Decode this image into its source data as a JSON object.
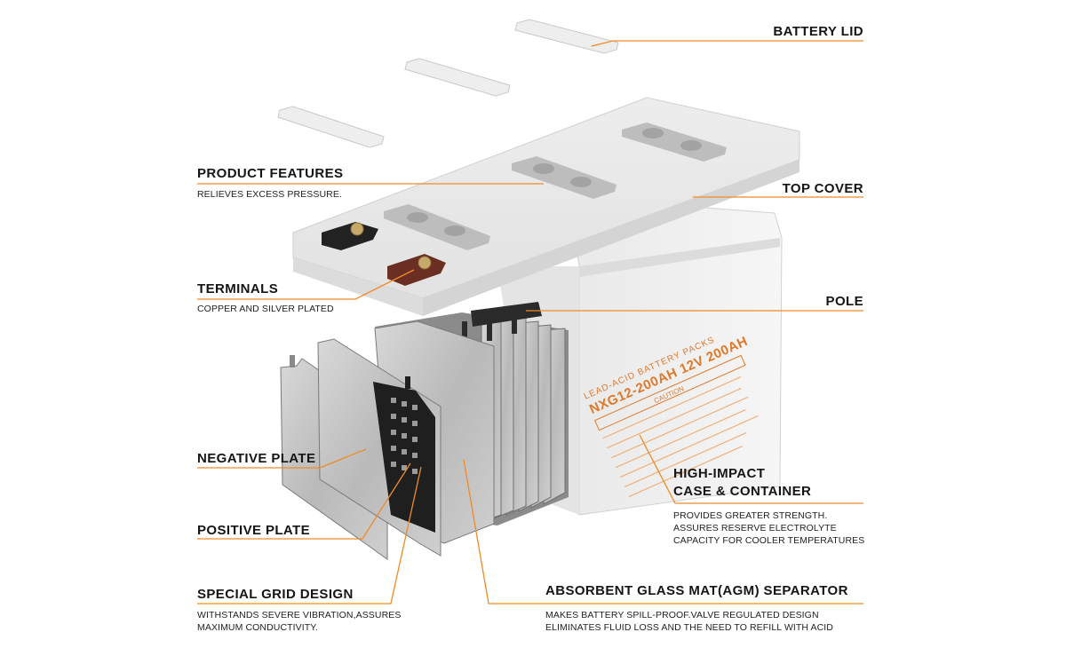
{
  "labels": {
    "battery_lid": {
      "title": "BATTERY LID"
    },
    "product_features": {
      "title": "PRODUCT FEATURES",
      "desc": [
        "RELIEVES EXCESS PRESSURE."
      ]
    },
    "top_cover": {
      "title": "TOP COVER"
    },
    "terminals": {
      "title": "TERMINALS",
      "desc": [
        "COPPER AND SILVER PLATED"
      ]
    },
    "pole": {
      "title": "POLE"
    },
    "negative_plate": {
      "title": "NEGATIVE PLATE"
    },
    "positive_plate": {
      "title": "POSITIVE PLATE"
    },
    "special_grid_design": {
      "title": "SPECIAL GRID DESIGN",
      "desc": [
        "WITHSTANDS SEVERE VIBRATION,ASSURES",
        "MAXIMUM CONDUCTIVITY."
      ]
    },
    "high_impact_case": {
      "title": [
        "HIGH-IMPACT",
        "CASE & CONTAINER"
      ],
      "desc": [
        "PROVIDES GREATER STRENGTH.",
        "ASSURES RESERVE ELECTROLYTE",
        "CAPACITY FOR COOLER TEMPERATURES"
      ]
    },
    "agm_separator": {
      "title": "ABSORBENT GLASS MAT(AGM) SEPARATOR",
      "desc": [
        "MAKES BATTERY SPILL-PROOF.VALVE REGULATED DESIGN",
        "ELIMINATES FLUID LOSS AND THE NEED TO REFILL WITH ACID"
      ]
    }
  },
  "case_print": {
    "brand": "LEAD-ACID BATTERY PACKS",
    "model": "NXG12-200AH 12V 200AH",
    "caution": "CAUTION"
  },
  "colors": {
    "accent": "#f08a24",
    "text": "#151515"
  }
}
